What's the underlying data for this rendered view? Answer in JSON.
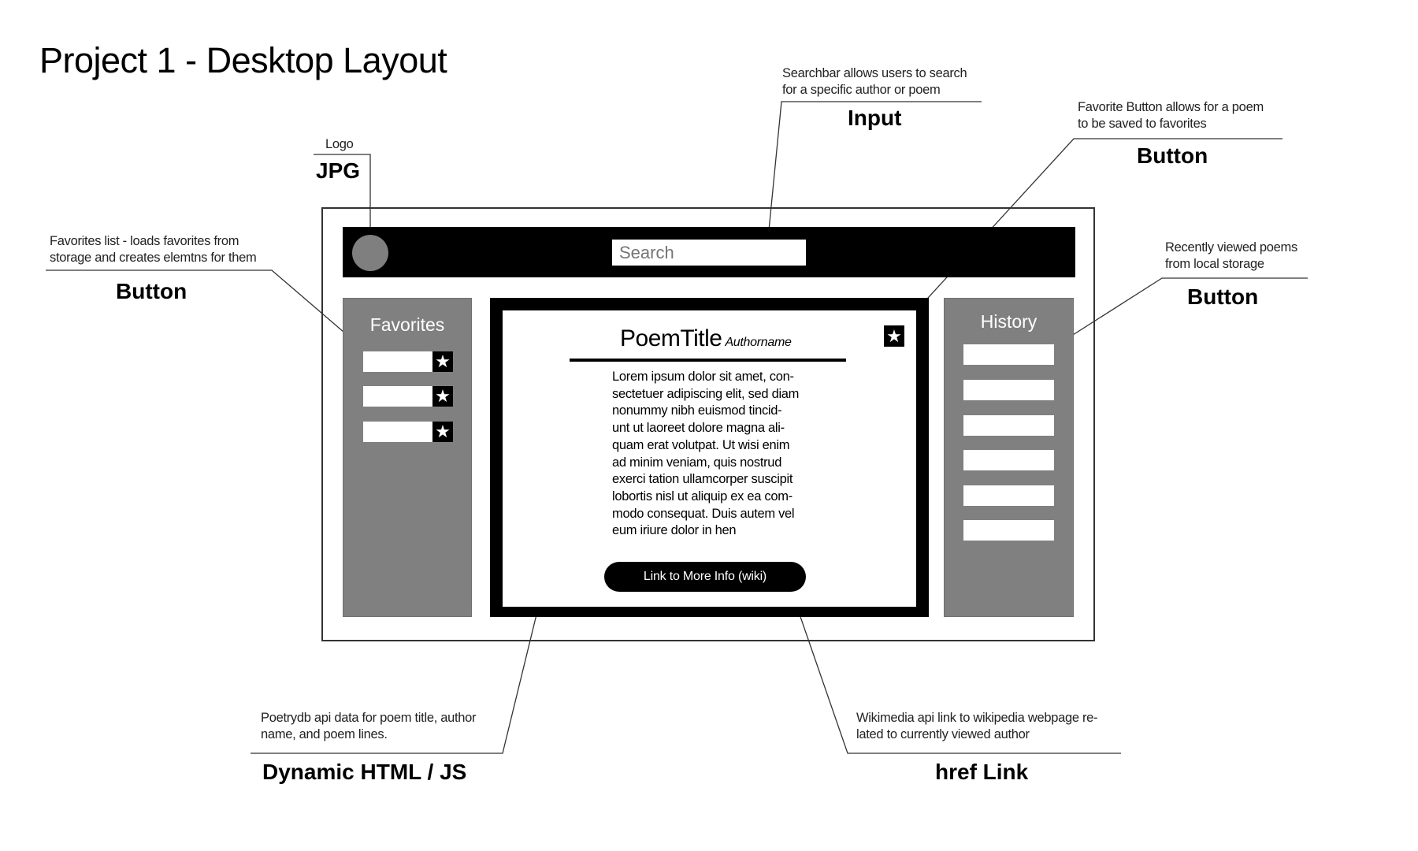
{
  "page": {
    "title": "Project 1 - Desktop Layout"
  },
  "annotations": {
    "logo": {
      "note": "Logo",
      "kind": "JPG"
    },
    "search": {
      "note_lines": [
        "Searchbar allows users to search",
        "for a specific author or poem"
      ],
      "kind": "Input"
    },
    "favorite_button": {
      "note_lines": [
        "Favorite Button allows for a poem",
        "to be saved to favorites"
      ],
      "kind": "Button"
    },
    "favorites_list": {
      "note_lines": [
        "Favorites list - loads favorites from",
        "storage and creates elemtns for them"
      ],
      "kind": "Button"
    },
    "history": {
      "note_lines": [
        "Recently viewed poems",
        "from local storage"
      ],
      "kind": "Button"
    },
    "poem_data": {
      "note_lines": [
        "Poetrydb api data for poem title, author",
        "name, and poem lines."
      ],
      "kind": "Dynamic HTML / JS"
    },
    "wiki_link": {
      "note_lines": [
        "Wikimedia api link to wikipedia webpage re-",
        "lated to currently viewed author"
      ],
      "kind": "href Link"
    }
  },
  "wireframe": {
    "header": {
      "logo_icon": "circle-logo",
      "search_placeholder": "Search"
    },
    "favorites": {
      "label": "Favorites",
      "items": [
        {
          "text": "",
          "icon": "star-icon"
        },
        {
          "text": "",
          "icon": "star-icon"
        },
        {
          "text": "",
          "icon": "star-icon"
        }
      ]
    },
    "poem": {
      "title": "PoemTitle",
      "author": "Authorname",
      "favorite_icon": "★",
      "lines": [
        "Lorem ipsum dolor sit amet, con-",
        "sectetuer adipiscing elit, sed diam",
        "nonummy nibh euismod tincid-",
        "unt ut laoreet dolore magna ali-",
        "quam erat volutpat. Ut wisi enim",
        "ad minim veniam, quis nostrud",
        "exerci tation ullamcorper suscipit",
        "lobortis nisl ut aliquip ex ea com-",
        "modo consequat. Duis autem vel",
        "eum iriure dolor in hen"
      ],
      "wiki_button_label": "Link to More Info (wiki)"
    },
    "history": {
      "label": "History",
      "items": [
        "",
        "",
        "",
        "",
        "",
        ""
      ]
    },
    "star_glyph": "★"
  },
  "colors": {
    "panel_grey": "#808080",
    "logo_grey": "#7f7f7f",
    "black": "#000000",
    "white": "#ffffff"
  }
}
